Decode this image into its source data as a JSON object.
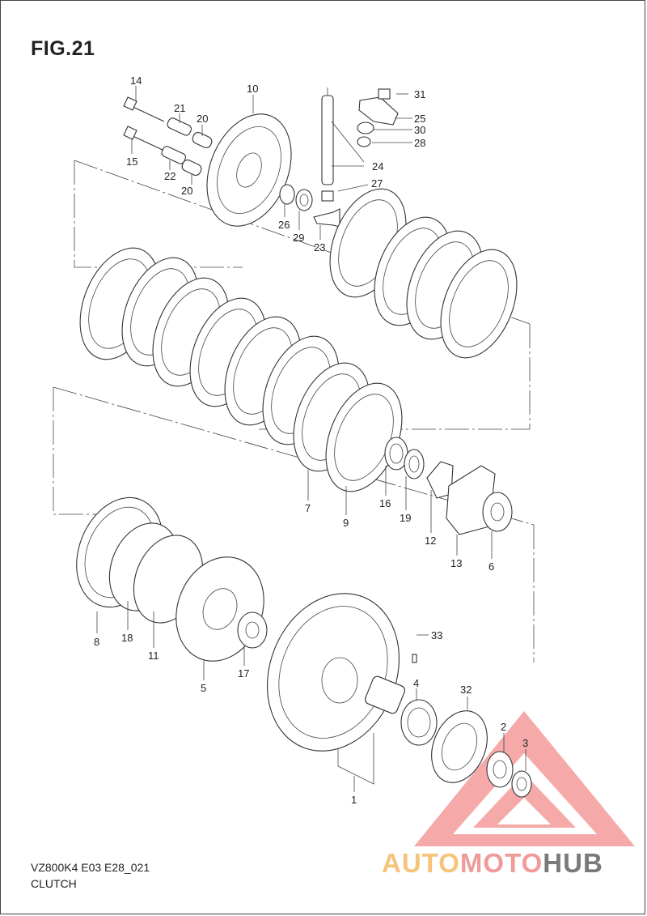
{
  "figure": {
    "title": "FIG.21",
    "model_code": "VZ800K4 E03 E28_021",
    "section_name": "CLUTCH"
  },
  "callouts": [
    {
      "id": "14",
      "label": "14"
    },
    {
      "id": "21",
      "label": "21"
    },
    {
      "id": "20a",
      "label": "20"
    },
    {
      "id": "10",
      "label": "10"
    },
    {
      "id": "31",
      "label": "31"
    },
    {
      "id": "25",
      "label": "25"
    },
    {
      "id": "30",
      "label": "30"
    },
    {
      "id": "28",
      "label": "28"
    },
    {
      "id": "15",
      "label": "15"
    },
    {
      "id": "22",
      "label": "22"
    },
    {
      "id": "20b",
      "label": "20"
    },
    {
      "id": "24",
      "label": "24"
    },
    {
      "id": "27",
      "label": "27"
    },
    {
      "id": "26",
      "label": "26"
    },
    {
      "id": "29",
      "label": "29"
    },
    {
      "id": "23",
      "label": "23"
    },
    {
      "id": "7",
      "label": "7"
    },
    {
      "id": "9",
      "label": "9"
    },
    {
      "id": "16",
      "label": "16"
    },
    {
      "id": "19",
      "label": "19"
    },
    {
      "id": "12",
      "label": "12"
    },
    {
      "id": "13",
      "label": "13"
    },
    {
      "id": "6",
      "label": "6"
    },
    {
      "id": "8",
      "label": "8"
    },
    {
      "id": "18",
      "label": "18"
    },
    {
      "id": "11",
      "label": "11"
    },
    {
      "id": "5",
      "label": "5"
    },
    {
      "id": "17",
      "label": "17"
    },
    {
      "id": "33",
      "label": "33"
    },
    {
      "id": "4",
      "label": "4"
    },
    {
      "id": "32",
      "label": "32"
    },
    {
      "id": "2",
      "label": "2"
    },
    {
      "id": "3",
      "label": "3"
    },
    {
      "id": "1",
      "label": "1"
    }
  ],
  "watermark": {
    "part1": "AUTO",
    "part2": "MOTO",
    "part3": "HUB",
    "colors": {
      "auto": "#f6c37a",
      "moto": "#f19a9a",
      "hub": "#7a7a7a",
      "triangle": "#f08080"
    }
  }
}
